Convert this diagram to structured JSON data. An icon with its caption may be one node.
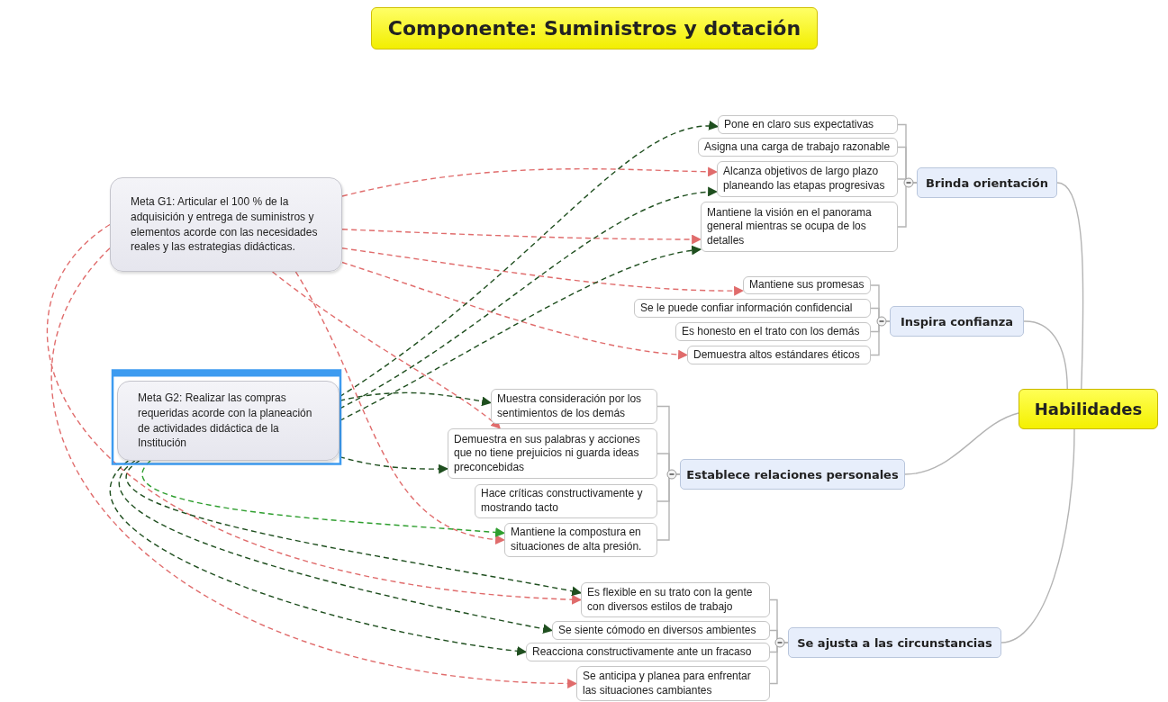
{
  "diagram": {
    "title": "Componente: Suministros y dotación",
    "nodes": [
      {
        "text": [
          "Habilidades"
        ]
      },
      {
        "text": [
          "Brinda orientación"
        ]
      },
      {
        "text": [
          "Pone en claro sus expectativas"
        ]
      },
      {
        "text": [
          "Asigna una carga de trabajo razonable"
        ]
      },
      {
        "text": [
          "Alcanza objetivos de largo plazo planeando las etapas progresivas"
        ]
      },
      {
        "text": [
          "Mantiene la visión en el panorama general mientras se ocupa de los detalles"
        ]
      },
      {
        "text": [
          "Inspira confianza"
        ]
      },
      {
        "text": [
          "Mantiene sus promesas"
        ]
      },
      {
        "text": [
          "Se le puede confiar información confidencial"
        ]
      },
      {
        "text": [
          "Es honesto en el trato con los demás"
        ]
      },
      {
        "text": [
          "Demuestra altos estándares éticos"
        ]
      },
      {
        "text": [
          "Establece relaciones personales"
        ]
      },
      {
        "text": [
          "Muestra consideración por los sentimientos de los demás"
        ]
      },
      {
        "text": [
          "Demuestra en sus palabras y acciones que no tiene prejuicios ni guarda ideas preconcebidas"
        ]
      },
      {
        "text": [
          "Hace críticas constructivamente y mostrando tacto"
        ]
      },
      {
        "text": [
          "Mantiene la compostura en situaciones de alta presión."
        ]
      },
      {
        "text": [
          "Se ajusta a las circunstancias"
        ]
      },
      {
        "text": [
          "Es flexible en su trato con la gente con diversos estilos de trabajo"
        ]
      },
      {
        "text": [
          "Se siente cómodo en diversos ambientes"
        ]
      },
      {
        "text": [
          "Reacciona constructivamente ante un fracaso"
        ]
      },
      {
        "text": [
          "Se anticipa y planea para enfrentar las situaciones cambiantes"
        ]
      },
      {
        "text": [
          "Meta G1: Articular el 100 % de la adquisición y entrega de suministros y elementos acorde con las necesidades reales y las estrategias didácticas."
        ]
      },
      {
        "text": [
          "Meta G2: Realizar las compras requeridas acorde con la planeación de actividades didáctica de la Institución"
        ]
      }
    ],
    "edges": [
      {
        "from": 0,
        "to": 1,
        "arrow": "none"
      },
      {
        "from": 0,
        "to": 6,
        "arrow": "none"
      },
      {
        "from": 0,
        "to": 11,
        "arrow": "none"
      },
      {
        "from": 0,
        "to": 16,
        "arrow": "none"
      },
      {
        "from": 1,
        "to": 2,
        "arrow": "none"
      },
      {
        "from": 1,
        "to": 3,
        "arrow": "none"
      },
      {
        "from": 1,
        "to": 4,
        "arrow": "none"
      },
      {
        "from": 1,
        "to": 5,
        "arrow": "none"
      },
      {
        "from": 6,
        "to": 7,
        "arrow": "none"
      },
      {
        "from": 6,
        "to": 8,
        "arrow": "none"
      },
      {
        "from": 6,
        "to": 9,
        "arrow": "none"
      },
      {
        "from": 6,
        "to": 10,
        "arrow": "none"
      },
      {
        "from": 11,
        "to": 12,
        "arrow": "none"
      },
      {
        "from": 11,
        "to": 13,
        "arrow": "none"
      },
      {
        "from": 11,
        "to": 14,
        "arrow": "none"
      },
      {
        "from": 11,
        "to": 15,
        "arrow": "none"
      },
      {
        "from": 16,
        "to": 17,
        "arrow": "none"
      },
      {
        "from": 16,
        "to": 18,
        "arrow": "none"
      },
      {
        "from": 16,
        "to": 19,
        "arrow": "none"
      },
      {
        "from": 16,
        "to": 20,
        "arrow": "none"
      },
      {
        "from": 21,
        "to": 4,
        "arrow": "to",
        "style": "dashed",
        "color": "#e06c6c"
      },
      {
        "from": 21,
        "to": 5,
        "arrow": "to",
        "style": "dashed",
        "color": "#e06c6c"
      },
      {
        "from": 21,
        "to": 7,
        "arrow": "to",
        "style": "dashed",
        "color": "#e06c6c"
      },
      {
        "from": 21,
        "to": 10,
        "arrow": "to",
        "style": "dashed",
        "color": "#e06c6c"
      },
      {
        "from": 21,
        "to": 13,
        "arrow": "to",
        "style": "dashed",
        "color": "#e06c6c"
      },
      {
        "from": 21,
        "to": 15,
        "arrow": "to",
        "style": "dashed",
        "color": "#e06c6c"
      },
      {
        "from": 21,
        "to": 17,
        "arrow": "to",
        "style": "dashed",
        "color": "#e06c6c"
      },
      {
        "from": 21,
        "to": 20,
        "arrow": "to",
        "style": "dashed",
        "color": "#e06c6c"
      },
      {
        "from": 22,
        "to": 2,
        "arrow": "to",
        "style": "dashed",
        "color": "#1f4f1f"
      },
      {
        "from": 22,
        "to": 4,
        "arrow": "to",
        "style": "dashed",
        "color": "#1f4f1f"
      },
      {
        "from": 22,
        "to": 5,
        "arrow": "to",
        "style": "dashed",
        "color": "#1f4f1f"
      },
      {
        "from": 22,
        "to": 12,
        "arrow": "to",
        "style": "dashed",
        "color": "#1f4f1f"
      },
      {
        "from": 22,
        "to": 13,
        "arrow": "to",
        "style": "dashed",
        "color": "#1f4f1f"
      },
      {
        "from": 22,
        "to": 15,
        "arrow": "to",
        "style": "dashed",
        "color": "#2e9e2e"
      },
      {
        "from": 22,
        "to": 17,
        "arrow": "to",
        "style": "dashed",
        "color": "#1f4f1f"
      },
      {
        "from": 22,
        "to": 18,
        "arrow": "to",
        "style": "dashed",
        "color": "#1f4f1f"
      },
      {
        "from": 22,
        "to": 19,
        "arrow": "to",
        "style": "dashed",
        "color": "#1f4f1f"
      }
    ]
  }
}
